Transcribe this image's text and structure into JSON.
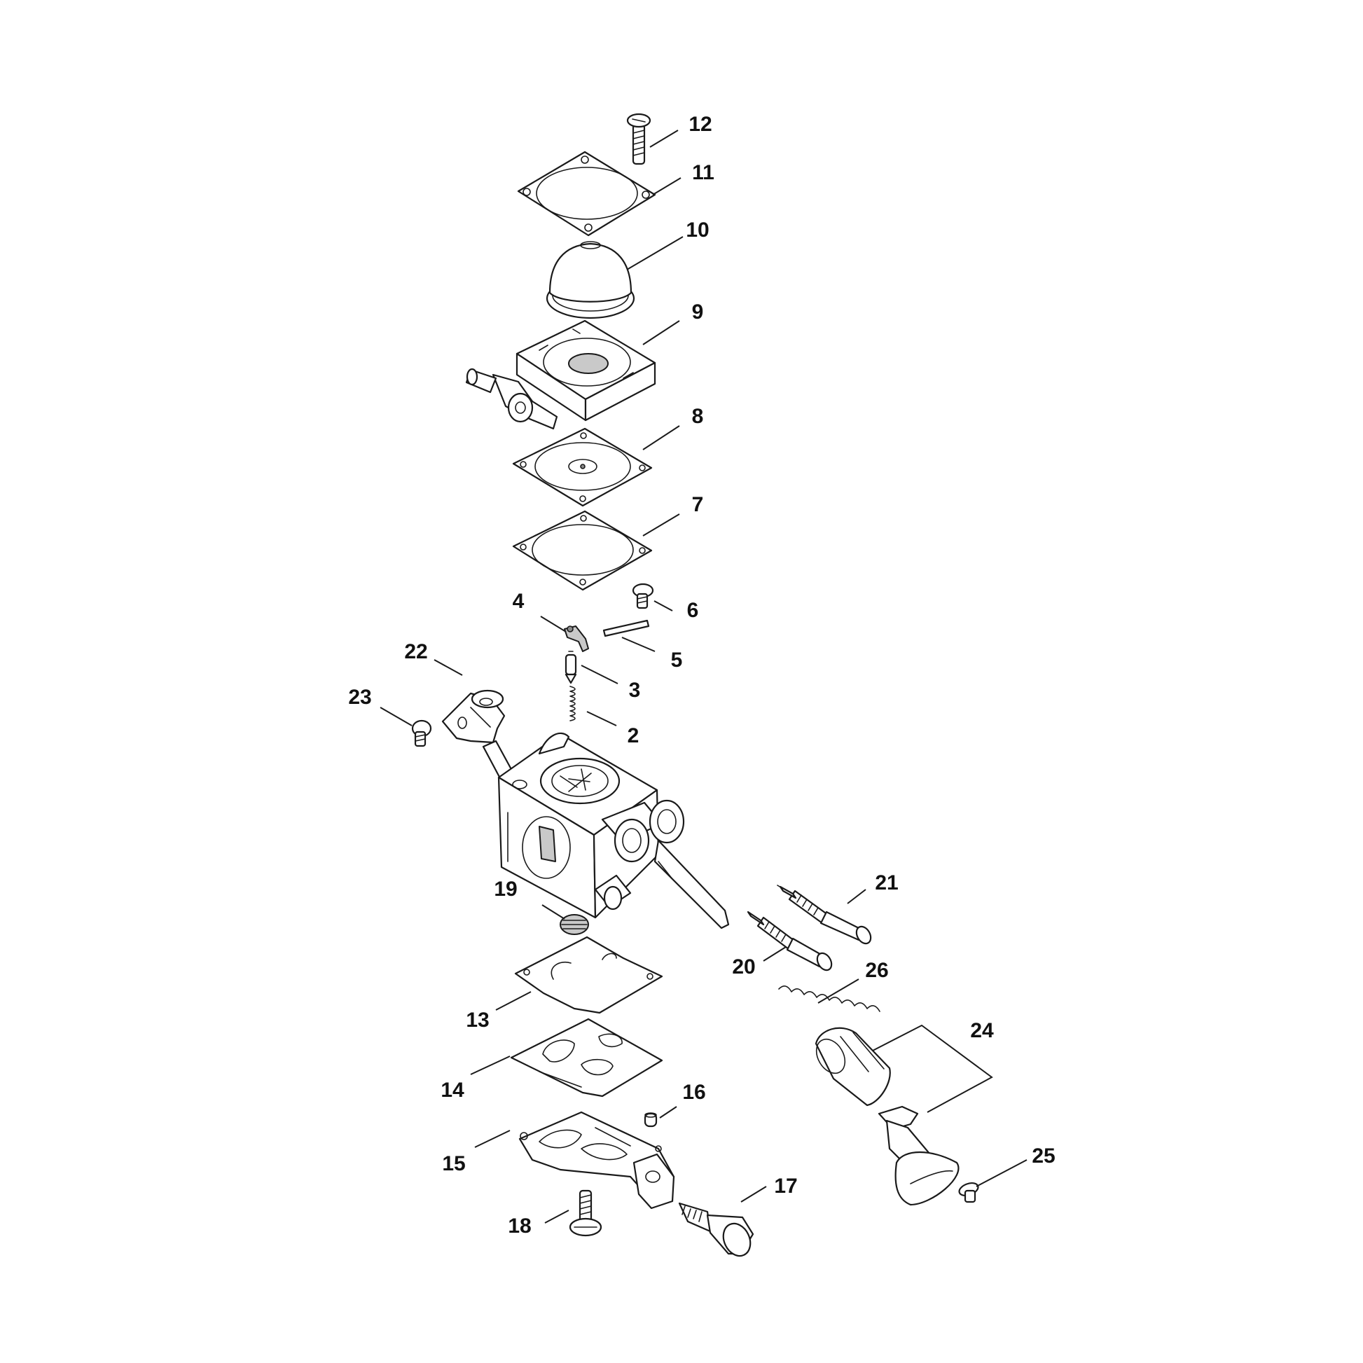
{
  "diagram": {
    "labels": {
      "p1": "12",
      "p2": "11",
      "p3": "10",
      "p4": "9",
      "p5": "8",
      "p6": "7",
      "p7": "6",
      "p8": "4",
      "p9": "5",
      "p10": "22",
      "p11": "3",
      "p12": "23",
      "p13": "2",
      "p14": "21",
      "p15": "19",
      "p16": "20",
      "p17": "26",
      "p18": "13",
      "p19": "24",
      "p20": "14",
      "p21": "16",
      "p22": "25",
      "p23": "15",
      "p24": "17",
      "p25": "18"
    }
  }
}
